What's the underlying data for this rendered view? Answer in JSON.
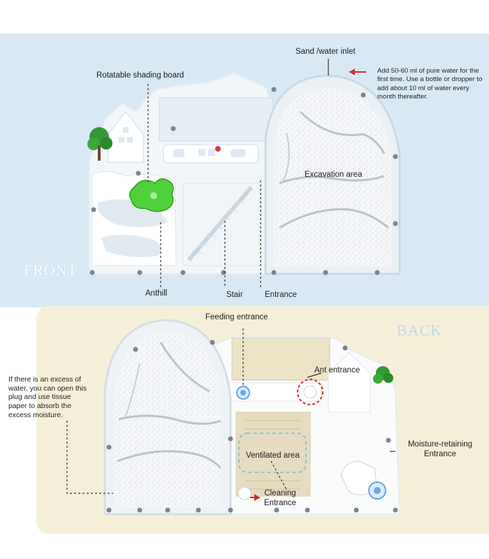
{
  "labels": {
    "sand_inlet": "Sand /water inlet",
    "shading_board": "Rotatable shading board",
    "excavation": "Excavation area",
    "anthill": "Anthill",
    "stair": "Stair",
    "entrance": "Entrance",
    "feeding_entrance": "Feeding entrance",
    "ant_entrance": "Ant entrance",
    "ventilated": "Ventilated area",
    "cleaning_line1": "Cleaning",
    "cleaning_line2": "Entrance",
    "moisture_line1": "Moisture-retaining",
    "moisture_line2": "Entrance"
  },
  "notes": {
    "water_note": "Add 50-60 ml of pure water for the first time. Use a bottle or dropper to add about 10 ml of water every month thereafter.",
    "excess_note": "If there is an excess of water, you can open this plug and use tissue paper to absorb the excess moisture."
  },
  "sides": {
    "front": "FRONT",
    "back": "BACK"
  },
  "colors": {
    "front_bg": "#d8e9f5",
    "back_bg": "#f6efd8",
    "arrow_red": "#d42a2a",
    "leaf_green": "#4fd03a",
    "plug_blue": "#6aa6e6"
  }
}
